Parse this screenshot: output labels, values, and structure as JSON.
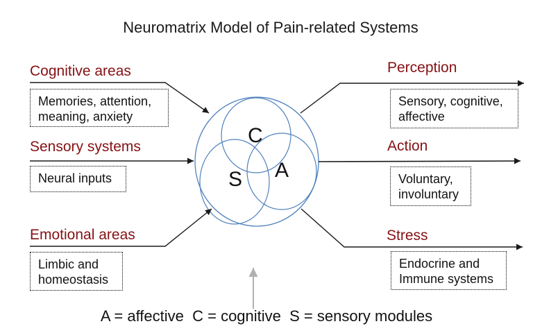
{
  "title": "Neuromatrix Model of Pain-related Systems",
  "sections": {
    "cognitive": {
      "heading": "Cognitive areas",
      "box": "Memories, attention,\nmeaning, anxiety"
    },
    "sensory": {
      "heading": "Sensory systems",
      "box": "Neural inputs"
    },
    "emotional": {
      "heading": "Emotional areas",
      "box": "Limbic and\nhomeostasis"
    },
    "perception": {
      "heading": "Perception",
      "box": "Sensory, cognitive,\naffective"
    },
    "action": {
      "heading": "Action",
      "box": "Voluntary,\ninvoluntary"
    },
    "stress": {
      "heading": "Stress",
      "box": "Endocrine and\nImmune systems"
    }
  },
  "venn": {
    "cognitive_letter": "C",
    "affective_letter": "A",
    "sensory_letter": "S"
  },
  "legend": "A = affective  C = cognitive  S = sensory modules",
  "colors": {
    "heading_text": "#851114",
    "circle_stroke": "#4f81bd",
    "arrow_line": "#1a1a1a",
    "pointer_arrow": "#b0b0b0",
    "body_text": "#111111",
    "background": "#ffffff"
  }
}
